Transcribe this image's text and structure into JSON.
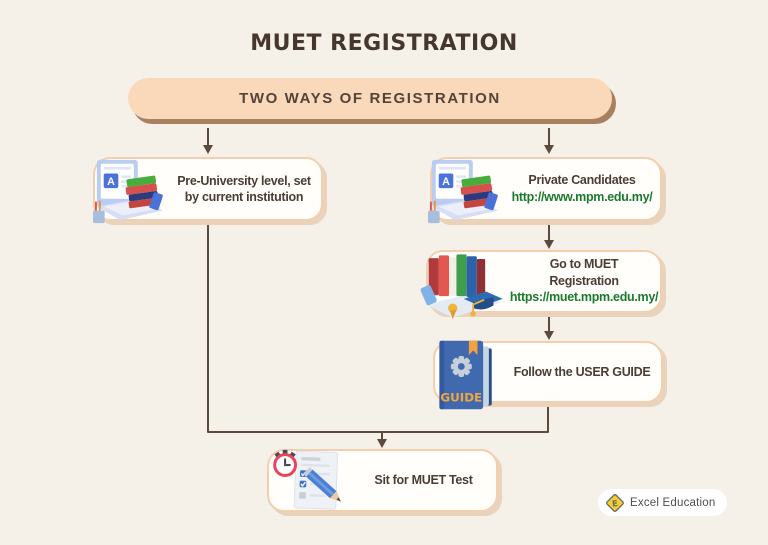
{
  "title": "MUET REGISTRATION",
  "header": {
    "label": "TWO WAYS OF REGISTRATION"
  },
  "laptop": {
    "screen_letter": "A"
  },
  "nodes": {
    "pre_university": {
      "line1": "Pre-University level, set",
      "line2": "by current institution",
      "icon": "laptop-books-icon"
    },
    "private_candidates": {
      "label": "Private Candidates",
      "url": "http://www.mpm.edu.my/",
      "icon": "laptop-books-icon"
    },
    "go_to_muet": {
      "line1": "Go to MUET",
      "line2": "Registration",
      "url": "https://muet.mpm.edu.my/",
      "icon": "books-graduation-cap-icon"
    },
    "user_guide": {
      "label": "Follow the USER GUIDE",
      "book_text": "GUIDE",
      "icon": "guide-book-icon"
    },
    "sit_test": {
      "label": "Sit for MUET Test",
      "icon": "clock-checklist-icon"
    }
  },
  "footer": {
    "brand": "Excel Education",
    "icon": "diamond-logo-icon"
  },
  "colors": {
    "background": "#f5f1e9",
    "title_text": "#46372e",
    "header_fill": "#fad9bb",
    "header_shadow": "#a8805f",
    "header_text": "#544338",
    "node_fill": "#fffefb",
    "node_border": "#f2cfae",
    "node_shadow": "#e9d3bd",
    "node_text": "#4c3d34",
    "link_green": "#1a7a2e",
    "arrow": "#5c4a3d",
    "guide_label_yellow": "#f2a63c",
    "guide_cover_blue": "#4069b0",
    "brand_yellow": "#f3ce2e",
    "brand_text": "#4f4f4f"
  }
}
